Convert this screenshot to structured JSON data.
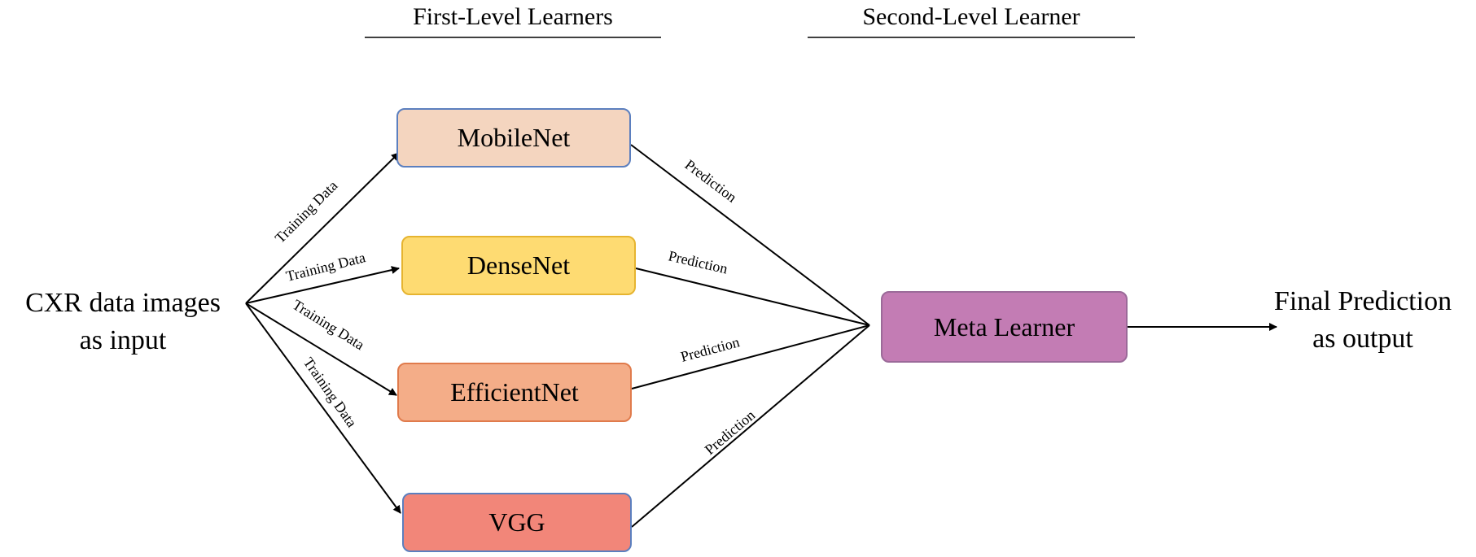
{
  "headings": {
    "first_level": "First-Level Learners",
    "second_level": "Second-Level Learner"
  },
  "input": {
    "line1": "CXR data images",
    "line2": "as input"
  },
  "output": {
    "line1": "Final Prediction",
    "line2": "as output"
  },
  "learners": [
    {
      "label": "MobileNet",
      "fill": "#f4d5bf"
    },
    {
      "label": "DenseNet",
      "fill": "#fedb72"
    },
    {
      "label": "EfficientNet",
      "fill": "#f4ad88"
    },
    {
      "label": "VGG",
      "fill": "#f28679"
    }
  ],
  "meta_learner": {
    "label": "Meta Learner",
    "fill": "#c37cb4"
  },
  "edges": {
    "training": [
      "Training Data",
      "Training Data",
      "Training Data",
      "Training Data"
    ],
    "prediction": [
      "Prediction",
      "Prediction",
      "Prediction",
      "Prediction"
    ]
  }
}
